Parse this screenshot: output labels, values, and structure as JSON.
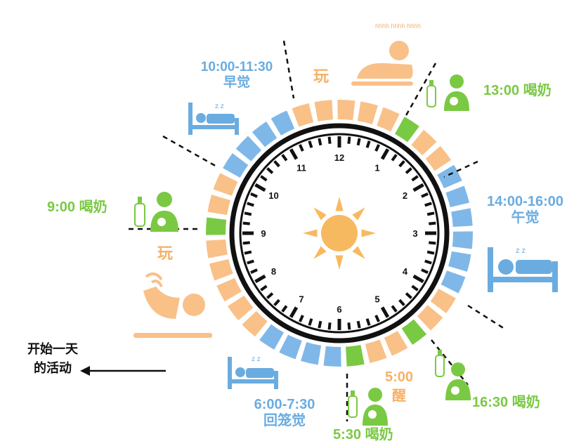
{
  "colors": {
    "sleep": "#7fb8e8",
    "play": "#f9c088",
    "feed": "#7ac943",
    "sun": "#f7b960",
    "ring": "#111111"
  },
  "clock": {
    "numbers": [
      "12",
      "1",
      "2",
      "3",
      "4",
      "5",
      "6",
      "7",
      "8",
      "9",
      "10",
      "11"
    ]
  },
  "ring_segments": [
    {
      "activity": "play"
    },
    {
      "activity": "play"
    },
    {
      "activity": "play"
    },
    {
      "activity": "feed"
    },
    {
      "activity": "play"
    },
    {
      "activity": "play"
    },
    {
      "activity": "sleep"
    },
    {
      "activity": "sleep"
    },
    {
      "activity": "sleep"
    },
    {
      "activity": "sleep"
    },
    {
      "activity": "sleep"
    },
    {
      "activity": "sleep"
    },
    {
      "activity": "play"
    },
    {
      "activity": "play"
    },
    {
      "activity": "feed"
    },
    {
      "activity": "play"
    },
    {
      "activity": "play"
    },
    {
      "activity": "feed"
    },
    {
      "activity": "sleep"
    },
    {
      "activity": "sleep"
    },
    {
      "activity": "sleep"
    },
    {
      "activity": "sleep"
    },
    {
      "activity": "play"
    },
    {
      "activity": "play"
    },
    {
      "activity": "play"
    },
    {
      "activity": "play"
    },
    {
      "activity": "play"
    },
    {
      "activity": "feed"
    },
    {
      "activity": "play"
    },
    {
      "activity": "play"
    },
    {
      "activity": "sleep"
    },
    {
      "activity": "sleep"
    },
    {
      "activity": "sleep"
    },
    {
      "activity": "sleep"
    },
    {
      "activity": "play"
    },
    {
      "activity": "play"
    }
  ],
  "labels": {
    "nap_morning_time": "10:00-11:30",
    "nap_morning_name": "早觉",
    "play_top": "玩",
    "feed_1300": "13:00 喝奶",
    "nap_afternoon_time": "14:00-16:00",
    "nap_afternoon_name": "午觉",
    "feed_1630": "16:30 喝奶",
    "feed_0530": "5:30 喝奶",
    "wake_time": "5:00",
    "wake_name": "醒",
    "back_sleep_time": "6:00-7:30",
    "back_sleep_name": "回笼觉",
    "play_left": "玩",
    "feed_0900": "9:00 喝奶",
    "start_line1": "开始一天",
    "start_line2": "的活动",
    "snore": "hhhh hhhh hhhh",
    "zz": "z z"
  }
}
